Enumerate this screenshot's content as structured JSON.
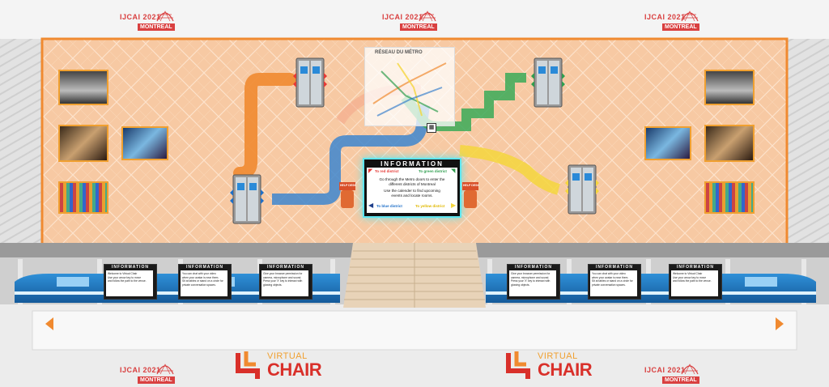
{
  "logos": {
    "year": "IJCAI 2021",
    "city": "MONTREAL"
  },
  "metro_map": {
    "title": "RÉSEAU DU MÉTRO"
  },
  "main_info": {
    "header": "INFORMATION",
    "to_red": "To red district",
    "to_green": "To green district",
    "line1": "Go through the Metro doors to enter the",
    "line2": "different districts of Montreal",
    "line3": "Use the calender to find upcoming",
    "line4": "events and locate rooms.",
    "to_blue": "To blue district",
    "to_yellow": "To yellow district"
  },
  "kiosk_label": "HELP DESK",
  "boards": [
    {
      "header": "INFORMATION",
      "l1": "Welcome to Virtual Chair",
      "l2": "Use your arrow key to move",
      "l3": "and follow the path to the venue."
    },
    {
      "header": "INFORMATION",
      "l1": "You can chat with your video",
      "l2": "when your avatar is near them.",
      "l3": "Sit at tables or stand on a circle for private conversation spaces."
    },
    {
      "header": "INFORMATION",
      "l1": "Give your browser permission for",
      "l2": "camera, microphone and sound.",
      "l3": "Press your 'X' key to interact with glowing objects."
    },
    {
      "header": "INFORMATION",
      "l1": "Give your browser permission for",
      "l2": "camera, microphone and sound.",
      "l3": "Press your 'X' key to interact with glowing objects."
    },
    {
      "header": "INFORMATION",
      "l1": "You can chat with your video",
      "l2": "when your avatar is near them.",
      "l3": "Sit at tables or stand on a circle for private conversation spaces."
    },
    {
      "header": "INFORMATION",
      "l1": "Welcome to Virtual Chair",
      "l2": "Use your arrow key to move",
      "l3": "and follow the path to the venue."
    }
  ],
  "virtual_chair": {
    "top": "VIRTUAL",
    "bottom": "CHAIR"
  },
  "colors": {
    "red": "#e53935",
    "green": "#2e9e4e",
    "blue": "#1e6fc8",
    "yellow": "#f5d63d",
    "orange": "#f08a30",
    "glow": "#5ee6f0"
  }
}
